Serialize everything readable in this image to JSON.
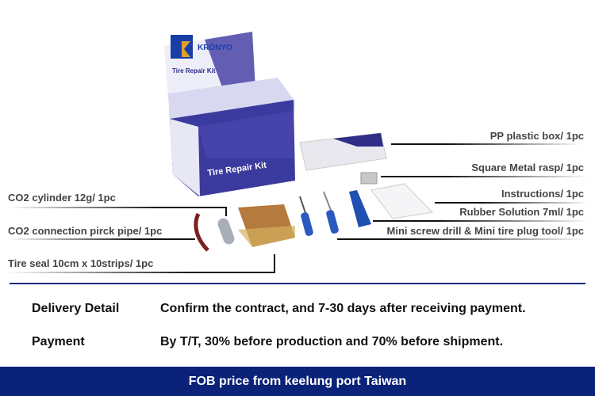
{
  "product": {
    "brand": "KRÖNYO",
    "name": "Tire Repair Kit"
  },
  "components_right": [
    {
      "label": "PP plastic box/ 1pc"
    },
    {
      "label": "Square Metal rasp/ 1pc"
    },
    {
      "label": "Instructions/ 1pc"
    },
    {
      "label": "Rubber Solution 7ml/ 1pc"
    },
    {
      "label": "Mini screw drill & Mini tire plug tool/ 1pc"
    }
  ],
  "components_left": [
    {
      "label": "CO2 cylinder 12g/ 1pc"
    },
    {
      "label": "CO2 connection pirck pipe/ 1pc"
    },
    {
      "label": "Tire seal 10cm x 10strips/ 1pc"
    }
  ],
  "details": [
    {
      "key": "Delivery Detail",
      "value": "Confirm the contract, and 7-30 days after receiving payment."
    },
    {
      "key": "Payment",
      "value": "By T/T, 30% before production and 70% before shipment."
    }
  ],
  "footer": {
    "text": "FOB price from keelung port Taiwan"
  },
  "colors": {
    "brand_blue": "#0a2277",
    "label_gray": "#444444",
    "box_purple": "#3b3a9e"
  }
}
